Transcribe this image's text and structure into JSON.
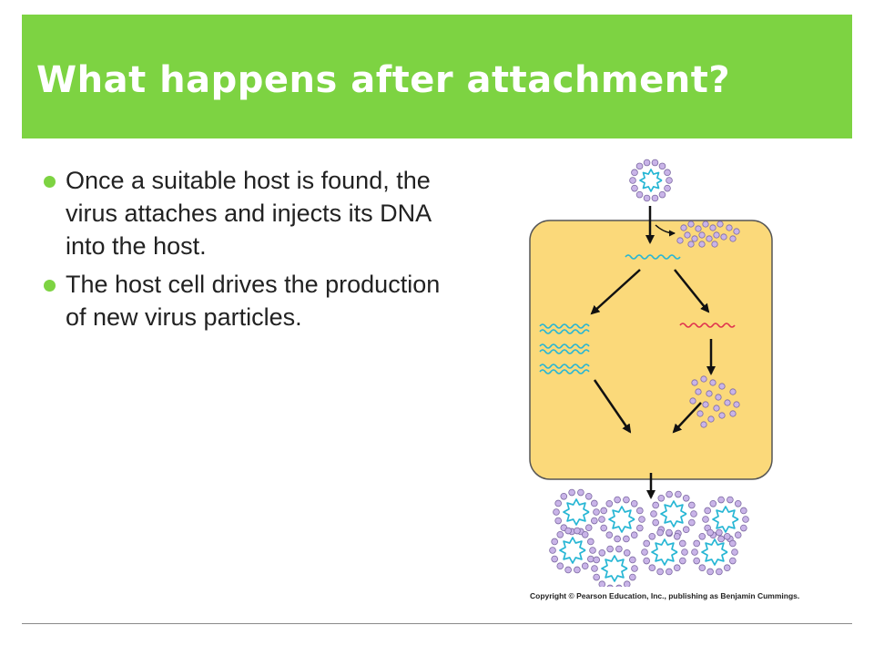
{
  "slide": {
    "title": "What happens after attachment?",
    "bullets": [
      "Once a suitable host is found, the virus attaches and injects its DNA into the host.",
      "The host cell drives the production of new virus particles."
    ],
    "copyright": "Copyright © Pearson Education, Inc., publishing as Benjamin Cummings."
  },
  "colors": {
    "accent_green": "#7dd342",
    "cell_fill": "#fbd97a",
    "capsomere": "#c9b4e8",
    "dna": "#26b6d4",
    "mrna": "#e0334f"
  },
  "icons": {
    "bullet": "green-dot"
  }
}
